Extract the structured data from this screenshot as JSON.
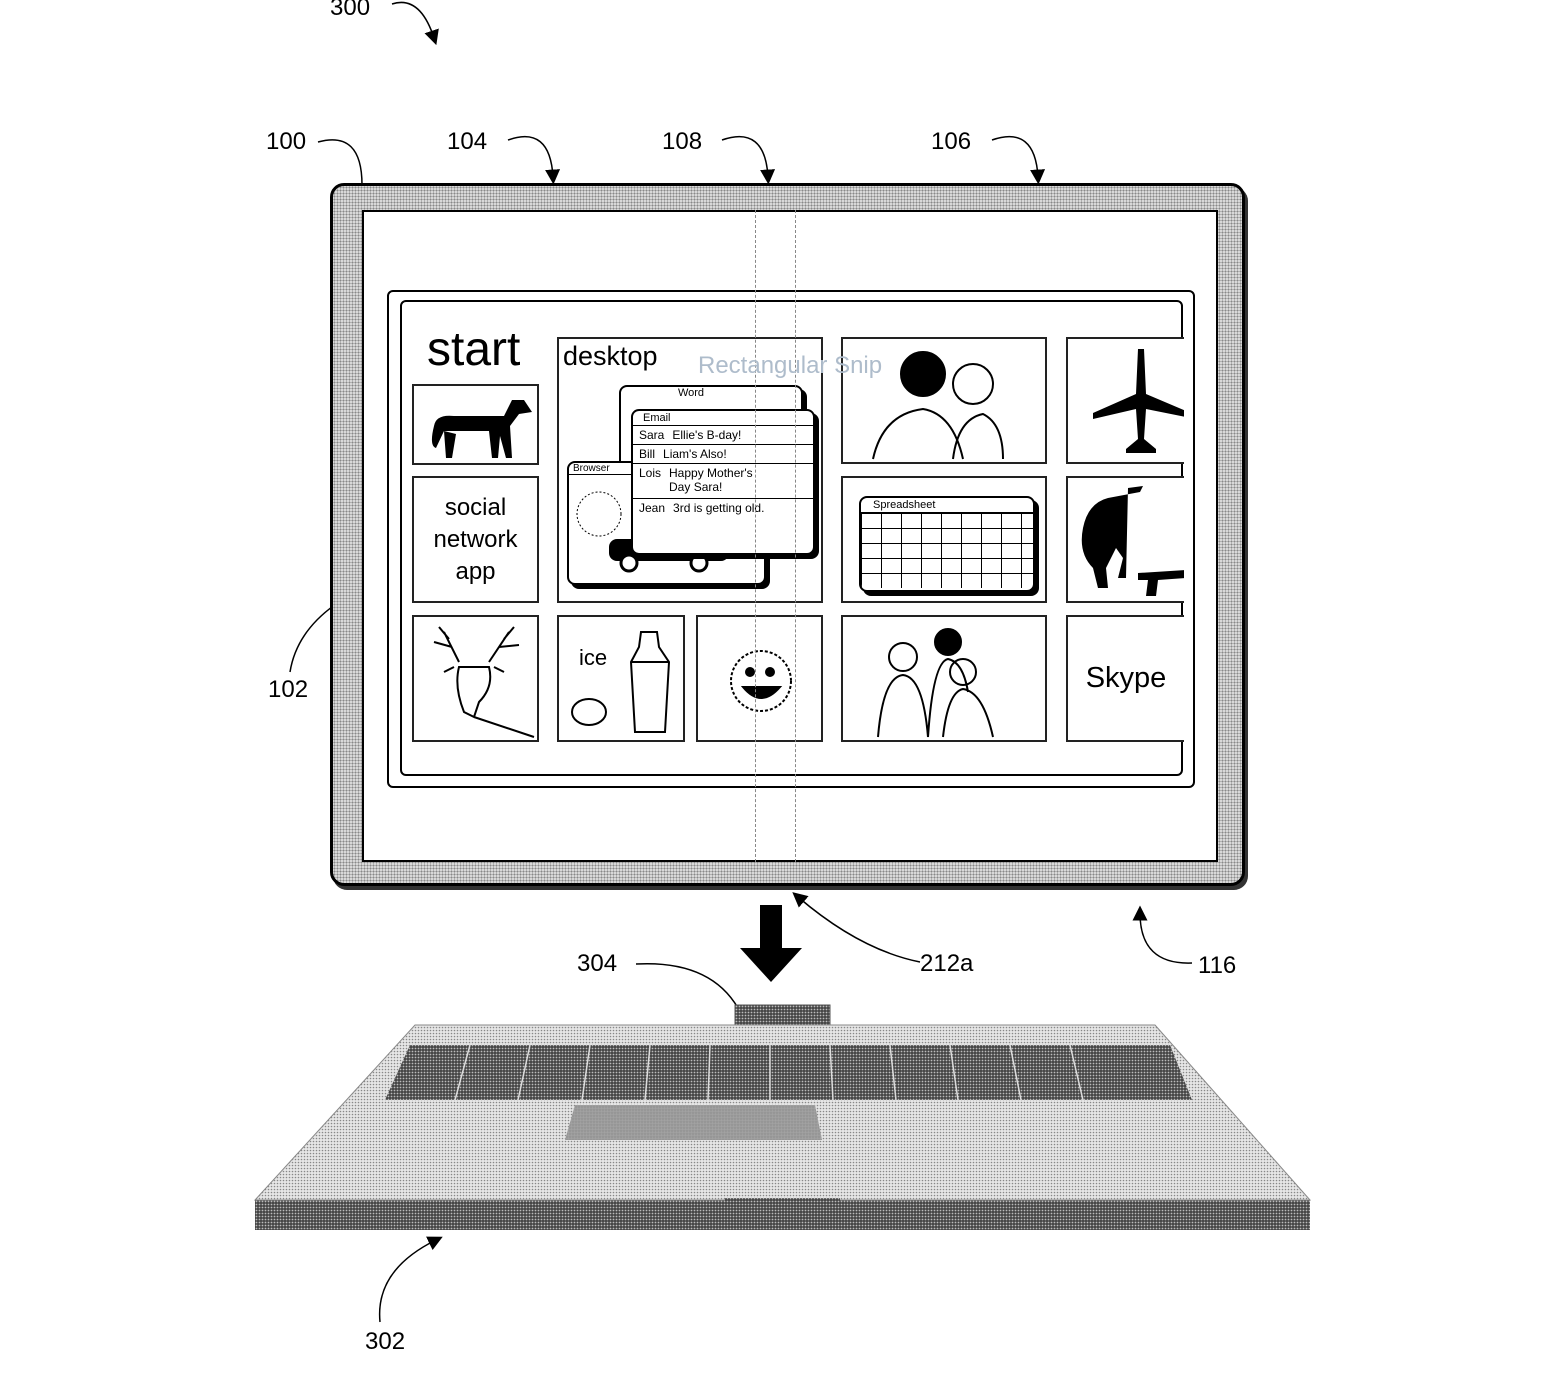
{
  "figure": {
    "ref_labels": {
      "system": "300",
      "device": "100",
      "first_portion": "104",
      "hinge_region": "108",
      "second_portion": "106",
      "display": "102",
      "connector": "304",
      "edge": "212a",
      "bottom_edge": "116",
      "keyboard_base": "302"
    }
  },
  "start_screen": {
    "title": "start",
    "tiles": {
      "dog": {
        "icon": "dog-icon"
      },
      "social": {
        "label": "social network app"
      },
      "deer": {
        "icon": "deer-icon"
      },
      "desktop": {
        "label": "desktop",
        "word_window": {
          "title": "Word"
        },
        "browser_window": {
          "title": "Browser"
        },
        "email_window": {
          "title": "Email",
          "rows": [
            {
              "from": "Sara",
              "subject": "Ellie's B-day!"
            },
            {
              "from": "Bill",
              "subject": "Liam's Also!"
            },
            {
              "from": "Lois",
              "subject": "Happy Mother's Day Sara!"
            },
            {
              "from": "Jean",
              "subject": "3rd is getting old."
            }
          ]
        }
      },
      "ice": {
        "label": "ice"
      },
      "sun": {
        "icon": "sun-face-icon"
      },
      "photo": {
        "icon": "father-son-photo"
      },
      "spreadsheet": {
        "title": "Spreadsheet"
      },
      "family": {
        "icon": "family-photo"
      },
      "plane": {
        "icon": "airplane-icon"
      },
      "monkey": {
        "icon": "monkey-game-icon"
      },
      "skype": {
        "label": "Skype"
      }
    },
    "watermark": "Rectangular Snip"
  }
}
